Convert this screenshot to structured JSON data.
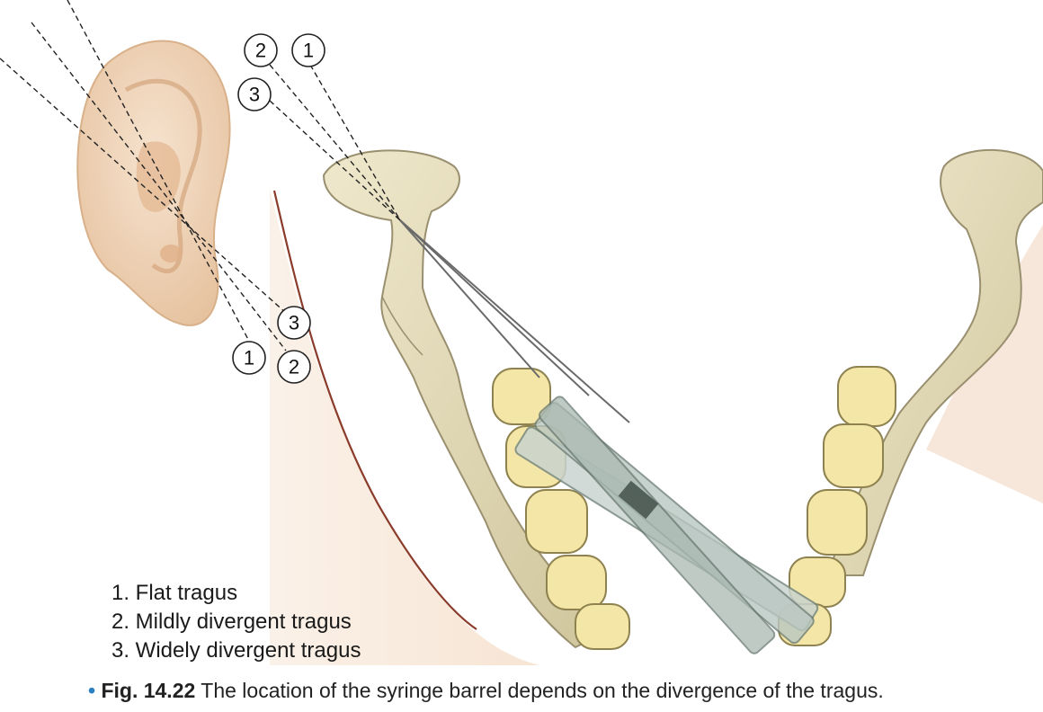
{
  "markers": {
    "top_row": [
      "2",
      "1"
    ],
    "top_single": "3",
    "lower_right": "3",
    "lower_left": "1",
    "lower_bottom": "2"
  },
  "legend": [
    "1. Flat tragus",
    "2. Mildly divergent tragus",
    "3. Widely divergent tragus"
  ],
  "caption": {
    "bullet": "•",
    "figure_label": "Fig. 14.22",
    "text": "The location of the syringe barrel depends on the divergence of the tragus."
  },
  "colors": {
    "skin": "#f3dcc6",
    "bone": "#e9e0bf",
    "tooth": "#f5e7a8",
    "syringe": "#9fb0a8",
    "caption_bullet": "#2a7fc1"
  }
}
